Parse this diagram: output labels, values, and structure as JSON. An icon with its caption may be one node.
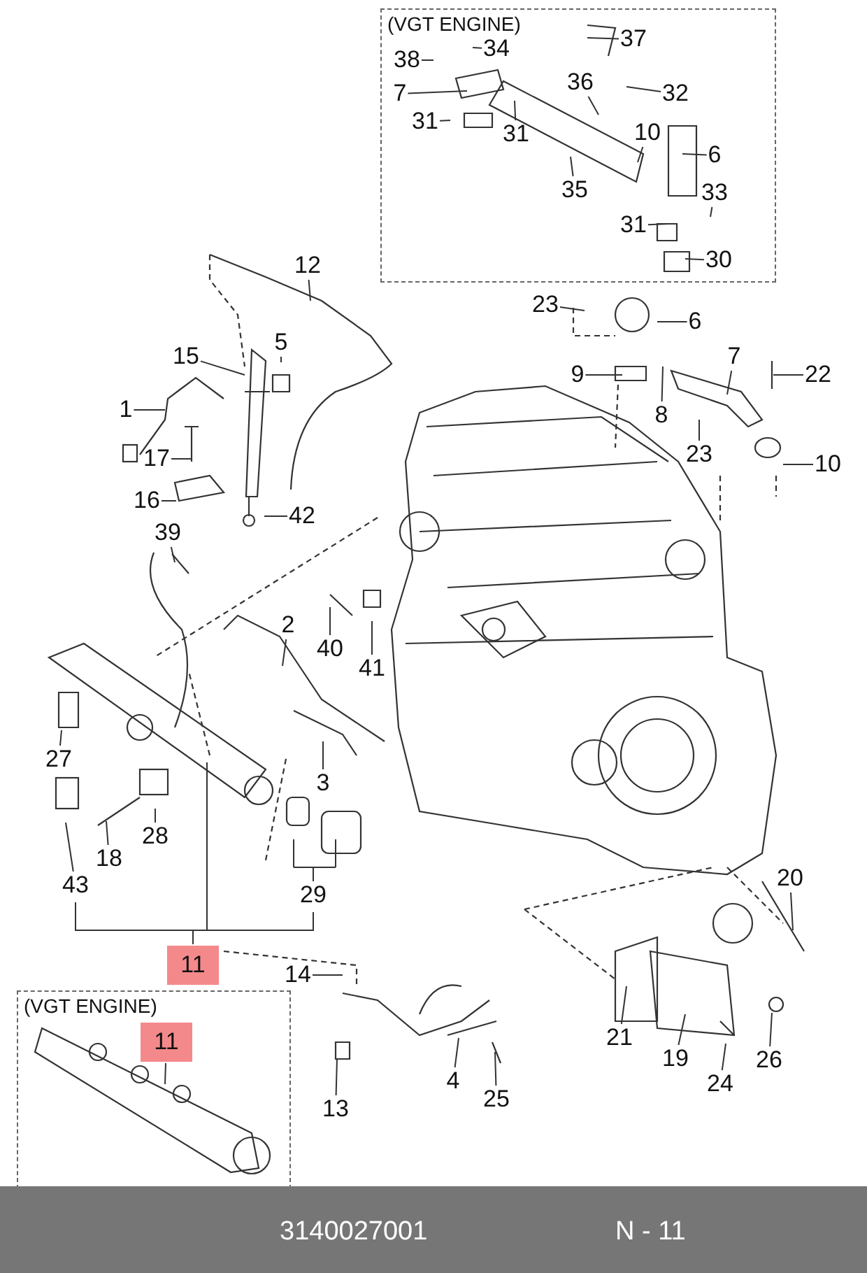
{
  "diagram": {
    "nodes": [
      {
        "text": [
          "(VGT ENGINE)"
        ]
      },
      {
        "text": [
          "37"
        ],
        "in": 0
      },
      {
        "text": [
          "38"
        ],
        "in": 0
      },
      {
        "text": [
          "34"
        ],
        "in": 0
      },
      {
        "text": [
          "7"
        ],
        "in": 0
      },
      {
        "text": [
          "36"
        ],
        "in": 0
      },
      {
        "text": [
          "32"
        ],
        "in": 0
      },
      {
        "text": [
          "31"
        ],
        "in": 0
      },
      {
        "text": [
          "10"
        ],
        "in": 0
      },
      {
        "text": [
          "31"
        ],
        "in": 0
      },
      {
        "text": [
          "6"
        ],
        "in": 0
      },
      {
        "text": [
          "35"
        ],
        "in": 0
      },
      {
        "text": [
          "33"
        ],
        "in": 0
      },
      {
        "text": [
          "31"
        ],
        "in": 0
      },
      {
        "text": [
          "30"
        ],
        "in": 0
      },
      {
        "text": [
          "12"
        ]
      },
      {
        "text": [
          "23"
        ]
      },
      {
        "text": [
          "6"
        ]
      },
      {
        "text": [
          "15"
        ]
      },
      {
        "text": [
          "5"
        ]
      },
      {
        "text": [
          "7"
        ]
      },
      {
        "text": [
          "22"
        ]
      },
      {
        "text": [
          "9"
        ]
      },
      {
        "text": [
          "1"
        ]
      },
      {
        "text": [
          "8"
        ]
      },
      {
        "text": [
          "23"
        ]
      },
      {
        "text": [
          "17"
        ]
      },
      {
        "text": [
          "10"
        ]
      },
      {
        "text": [
          "16"
        ]
      },
      {
        "text": [
          "42"
        ]
      },
      {
        "text": [
          "39"
        ]
      },
      {
        "text": [
          "2"
        ]
      },
      {
        "text": [
          "40"
        ]
      },
      {
        "text": [
          "41"
        ]
      },
      {
        "text": [
          "27"
        ]
      },
      {
        "text": [
          "3"
        ]
      },
      {
        "text": [
          "18"
        ]
      },
      {
        "text": [
          "28"
        ]
      },
      {
        "text": [
          "43"
        ]
      },
      {
        "text": [
          "29"
        ]
      },
      {
        "text": [
          "11"
        ]
      },
      {
        "text": [
          "14"
        ]
      },
      {
        "text": [
          "(VGT ENGINE)"
        ]
      },
      {
        "text": [
          "11"
        ],
        "in": 42
      },
      {
        "text": [
          "21"
        ]
      },
      {
        "text": [
          "19"
        ]
      },
      {
        "text": [
          "20"
        ]
      },
      {
        "text": [
          "4"
        ]
      },
      {
        "text": [
          "24"
        ]
      },
      {
        "text": [
          "26"
        ]
      },
      {
        "text": [
          "13"
        ]
      },
      {
        "text": [
          "25"
        ]
      }
    ],
    "edges": [
      {
        "from": 1,
        "to": null,
        "arrow": "none"
      },
      {
        "from": 2,
        "to": null,
        "arrow": "none"
      },
      {
        "from": 3,
        "to": null,
        "arrow": "none"
      },
      {
        "from": 4,
        "to": null,
        "arrow": "none"
      },
      {
        "from": 5,
        "to": null,
        "arrow": "none"
      },
      {
        "from": 6,
        "to": null,
        "arrow": "none"
      },
      {
        "from": 7,
        "to": null,
        "arrow": "none"
      },
      {
        "from": 8,
        "to": null,
        "arrow": "none"
      },
      {
        "from": 9,
        "to": null,
        "arrow": "none"
      },
      {
        "from": 10,
        "to": null,
        "arrow": "none"
      },
      {
        "from": 11,
        "to": null,
        "arrow": "none"
      },
      {
        "from": 12,
        "to": null,
        "arrow": "none"
      },
      {
        "from": 13,
        "to": null,
        "arrow": "none"
      },
      {
        "from": 14,
        "to": null,
        "arrow": "none"
      },
      {
        "from": 15,
        "to": null,
        "arrow": "none"
      },
      {
        "from": 16,
        "to": null,
        "arrow": "none"
      },
      {
        "from": 17,
        "to": null,
        "arrow": "none"
      },
      {
        "from": 18,
        "to": null,
        "arrow": "none"
      },
      {
        "from": 19,
        "to": null,
        "arrow": "none"
      },
      {
        "from": 20,
        "to": null,
        "arrow": "none"
      },
      {
        "from": 21,
        "to": null,
        "arrow": "none"
      },
      {
        "from": 22,
        "to": null,
        "arrow": "none"
      },
      {
        "from": 23,
        "to": null,
        "arrow": "none"
      },
      {
        "from": 24,
        "to": null,
        "arrow": "none"
      },
      {
        "from": 25,
        "to": null,
        "arrow": "none"
      },
      {
        "from": 26,
        "to": null,
        "arrow": "none"
      },
      {
        "from": 27,
        "to": null,
        "arrow": "none"
      },
      {
        "from": 28,
        "to": null,
        "arrow": "none"
      },
      {
        "from": 29,
        "to": null,
        "arrow": "none"
      },
      {
        "from": 30,
        "to": null,
        "arrow": "none"
      },
      {
        "from": 31,
        "to": null,
        "arrow": "none"
      },
      {
        "from": 32,
        "to": null,
        "arrow": "none"
      },
      {
        "from": 33,
        "to": null,
        "arrow": "none"
      },
      {
        "from": 34,
        "to": null,
        "arrow": "none"
      },
      {
        "from": 35,
        "to": null,
        "arrow": "none"
      },
      {
        "from": 36,
        "to": null,
        "arrow": "none"
      },
      {
        "from": 37,
        "to": null,
        "arrow": "none"
      },
      {
        "from": 38,
        "to": null,
        "arrow": "none"
      },
      {
        "from": 39,
        "to": null,
        "arrow": "none"
      },
      {
        "from": 40,
        "to": null,
        "arrow": "none"
      },
      {
        "from": 41,
        "to": null,
        "arrow": "none"
      },
      {
        "from": 43,
        "to": null,
        "arrow": "none"
      },
      {
        "from": 44,
        "to": null,
        "arrow": "none"
      },
      {
        "from": 45,
        "to": null,
        "arrow": "none"
      },
      {
        "from": 46,
        "to": null,
        "arrow": "none"
      },
      {
        "from": 47,
        "to": null,
        "arrow": "none"
      },
      {
        "from": 48,
        "to": null,
        "arrow": "none"
      },
      {
        "from": 49,
        "to": null,
        "arrow": "none"
      },
      {
        "from": 50,
        "to": null,
        "arrow": "none"
      },
      {
        "from": 51,
        "to": null,
        "arrow": "none"
      }
    ],
    "labels": [
      "3140027001",
      "N - 11"
    ]
  }
}
